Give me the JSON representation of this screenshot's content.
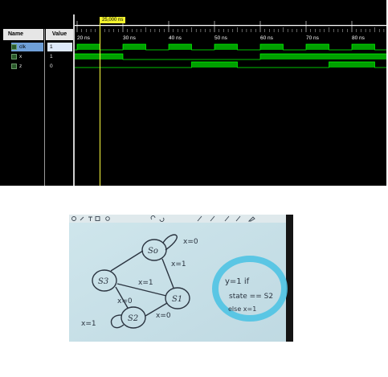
{
  "waveform": {
    "columns": {
      "name": "Name",
      "value": "Value"
    },
    "cursor_label": "25,000 ns",
    "time_labels": [
      "20 ns",
      "30 ns",
      "40 ns",
      "50 ns",
      "60 ns",
      "70 ns",
      "80 ns"
    ],
    "signals": [
      {
        "name": "clk",
        "value": "1",
        "selected": true
      },
      {
        "name": "x",
        "value": "1",
        "selected": false
      },
      {
        "name": "z",
        "value": "0",
        "selected": false
      }
    ],
    "trace_color": "#00a000"
  },
  "whiteboard": {
    "states": [
      "So",
      "S3",
      "S1",
      "S2"
    ],
    "transitions": [
      "x=0",
      "x=1",
      "x=1",
      "x=0",
      "x=1",
      "x=0"
    ],
    "note_lines": [
      "y=1  if",
      "state == S2",
      "else x=1"
    ],
    "highlight_color": "#4fc3e3"
  }
}
